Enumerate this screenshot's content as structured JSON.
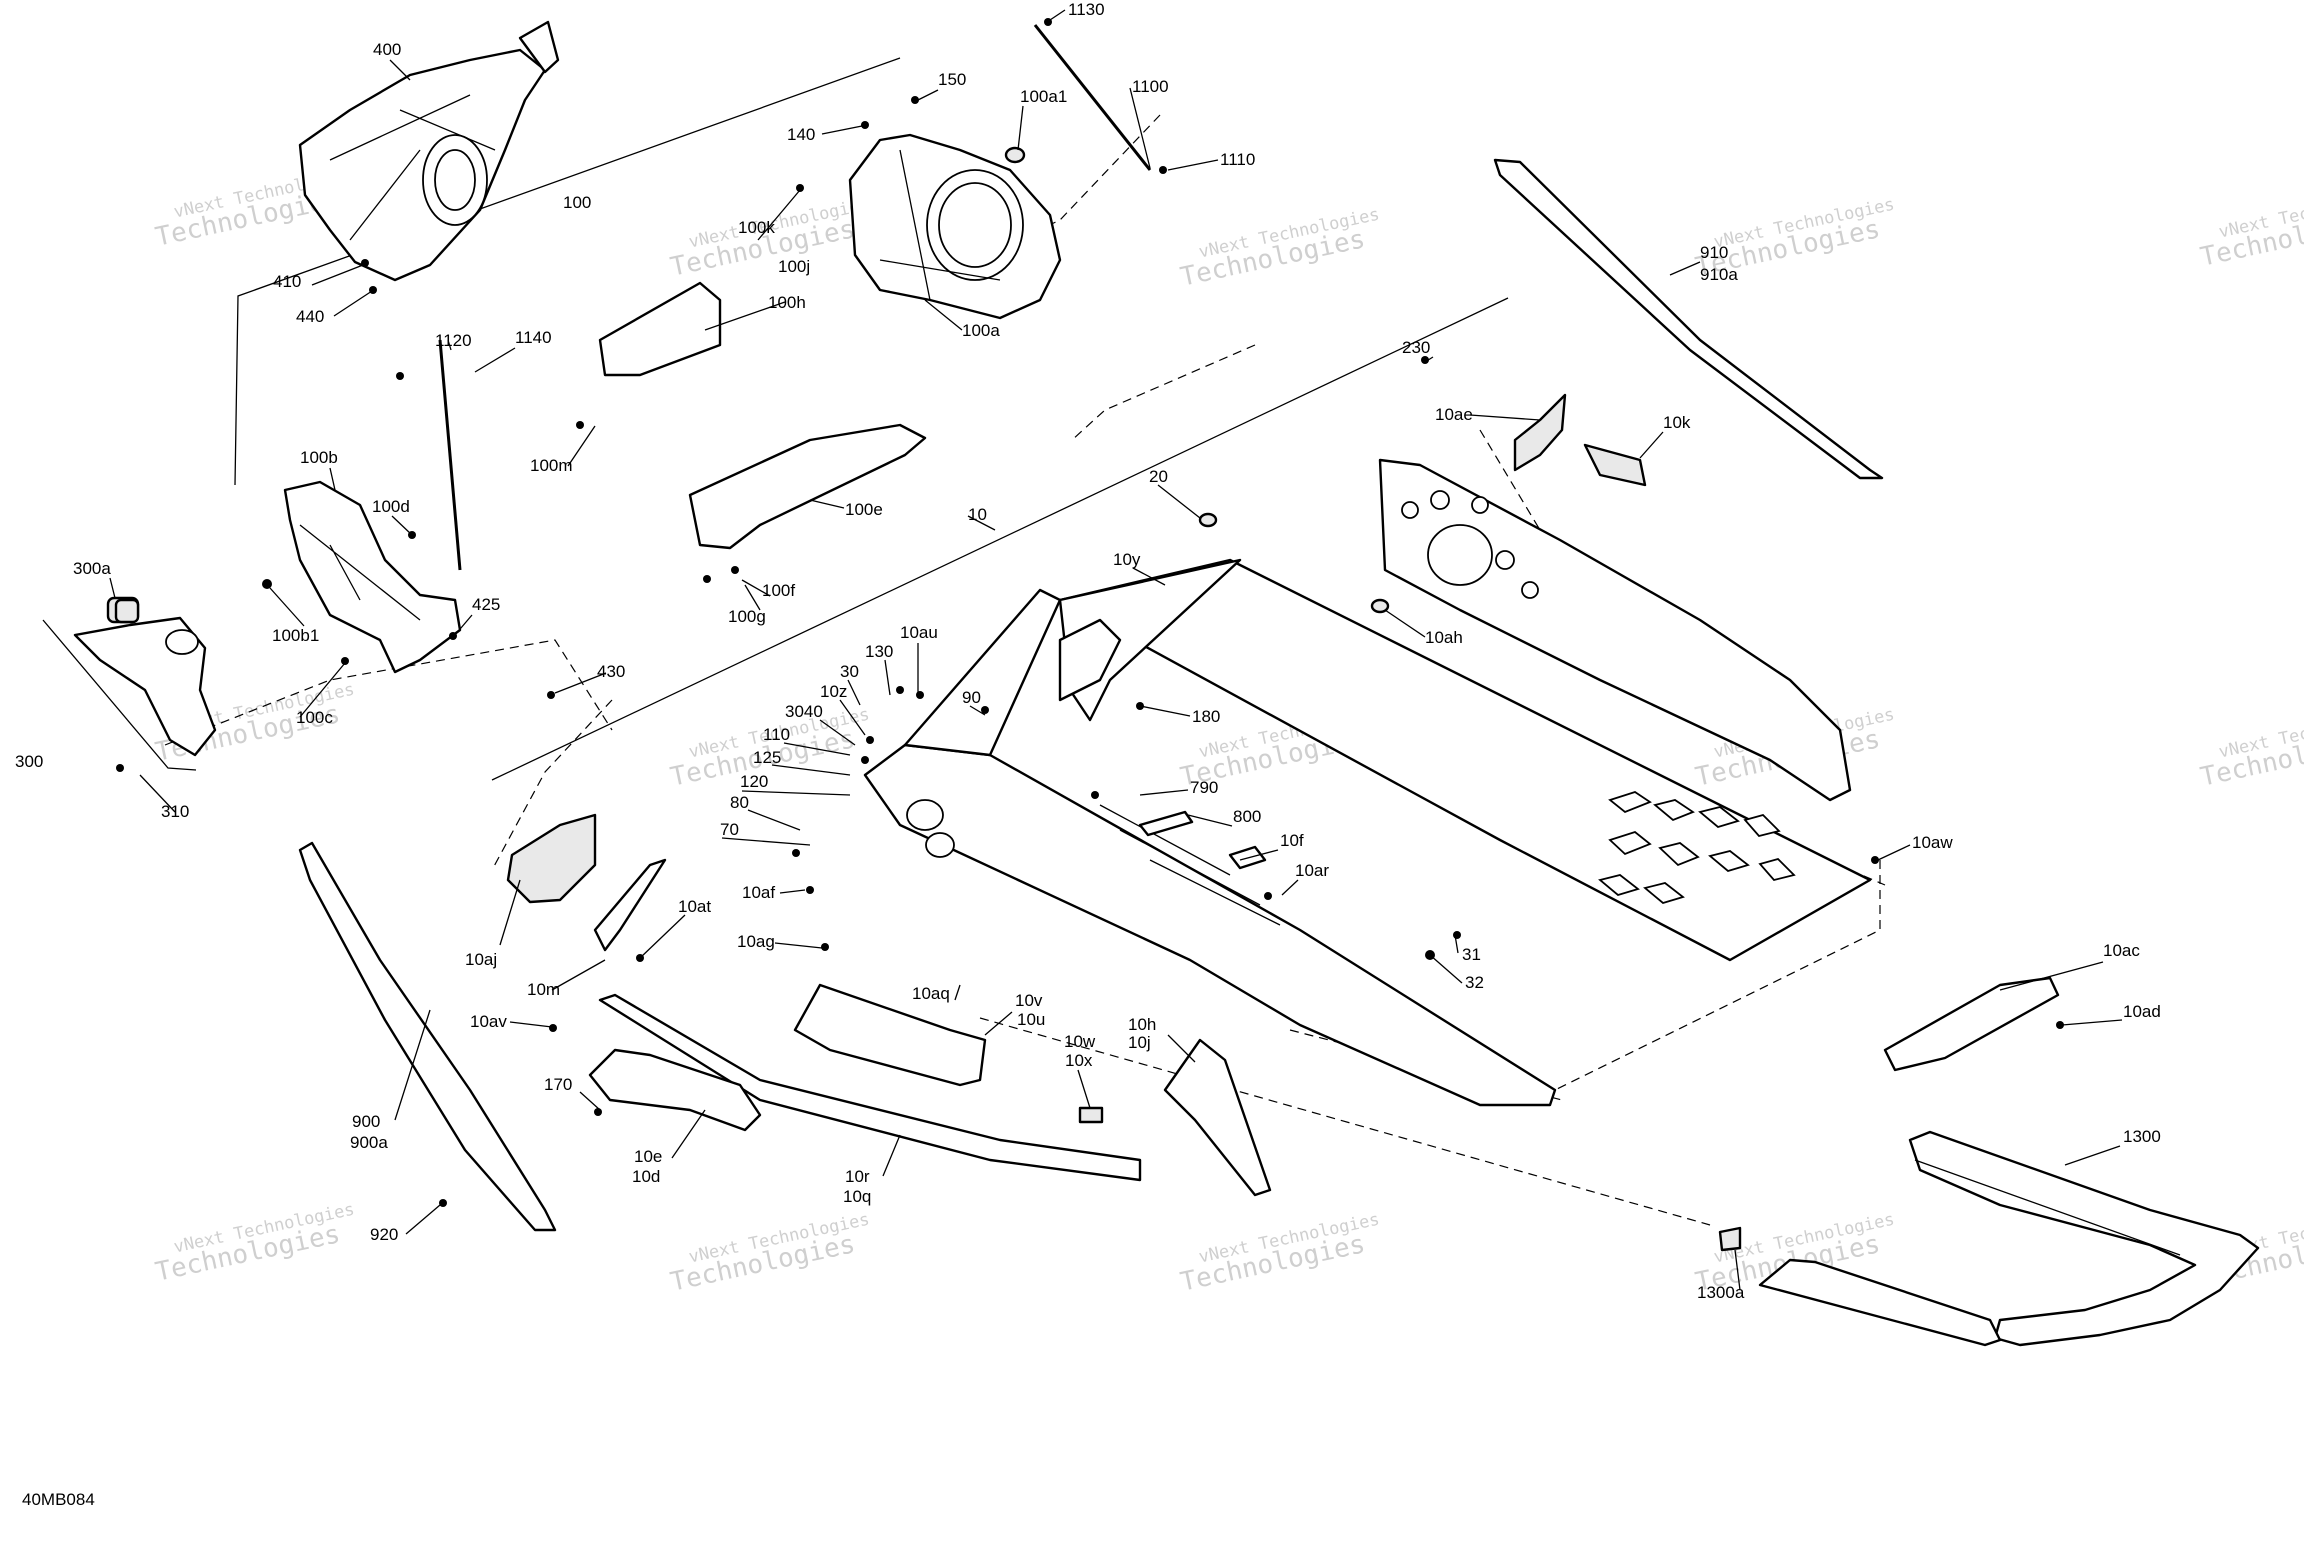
{
  "figure_code": "40MB084",
  "watermark": {
    "line1": "vNext Technologies",
    "line2": "Technologies"
  },
  "callouts": [
    {
      "id": "c-1130",
      "text": "1130"
    },
    {
      "id": "c-1100",
      "text": "1100"
    },
    {
      "id": "c-1110",
      "text": "1110"
    },
    {
      "id": "c-400",
      "text": "400"
    },
    {
      "id": "c-150",
      "text": "150"
    },
    {
      "id": "c-100a1",
      "text": "100a1"
    },
    {
      "id": "c-140",
      "text": "140"
    },
    {
      "id": "c-100",
      "text": "100"
    },
    {
      "id": "c-100k",
      "text": "100k"
    },
    {
      "id": "c-100j",
      "text": "100j"
    },
    {
      "id": "c-410",
      "text": "410"
    },
    {
      "id": "c-440",
      "text": "440"
    },
    {
      "id": "c-100a",
      "text": "100a"
    },
    {
      "id": "c-100h",
      "text": "100h"
    },
    {
      "id": "c-910",
      "text": "910"
    },
    {
      "id": "c-910a",
      "text": "910a"
    },
    {
      "id": "c-1120",
      "text": "1120"
    },
    {
      "id": "c-1140",
      "text": "1140"
    },
    {
      "id": "c-100m",
      "text": "100m"
    },
    {
      "id": "c-230",
      "text": "230"
    },
    {
      "id": "c-10ae",
      "text": "10ae"
    },
    {
      "id": "c-10k",
      "text": "10k"
    },
    {
      "id": "c-100b",
      "text": "100b"
    },
    {
      "id": "c-100e",
      "text": "100e"
    },
    {
      "id": "c-20",
      "text": "20"
    },
    {
      "id": "c-10",
      "text": "10"
    },
    {
      "id": "c-100d",
      "text": "100d"
    },
    {
      "id": "c-300a",
      "text": "300a"
    },
    {
      "id": "c-10y",
      "text": "10y"
    },
    {
      "id": "c-100f",
      "text": "100f"
    },
    {
      "id": "c-425",
      "text": "425"
    },
    {
      "id": "c-100b1",
      "text": "100b1"
    },
    {
      "id": "c-100g",
      "text": "100g"
    },
    {
      "id": "c-10ah",
      "text": "10ah"
    },
    {
      "id": "c-130",
      "text": "130"
    },
    {
      "id": "c-10au",
      "text": "10au"
    },
    {
      "id": "c-430",
      "text": "430"
    },
    {
      "id": "c-30",
      "text": "30"
    },
    {
      "id": "c-10z",
      "text": "10z"
    },
    {
      "id": "c-90",
      "text": "90"
    },
    {
      "id": "c-100c",
      "text": "100c"
    },
    {
      "id": "c-3040",
      "text": "3040"
    },
    {
      "id": "c-180",
      "text": "180"
    },
    {
      "id": "c-110",
      "text": "110"
    },
    {
      "id": "c-125",
      "text": "125"
    },
    {
      "id": "c-300",
      "text": "300"
    },
    {
      "id": "c-120",
      "text": "120"
    },
    {
      "id": "c-310",
      "text": "310"
    },
    {
      "id": "c-790",
      "text": "790"
    },
    {
      "id": "c-80",
      "text": "80"
    },
    {
      "id": "c-800",
      "text": "800"
    },
    {
      "id": "c-70",
      "text": "70"
    },
    {
      "id": "c-10f",
      "text": "10f"
    },
    {
      "id": "c-10aw",
      "text": "10aw"
    },
    {
      "id": "c-10ar",
      "text": "10ar"
    },
    {
      "id": "c-10af",
      "text": "10af"
    },
    {
      "id": "c-10at",
      "text": "10at"
    },
    {
      "id": "c-10ag",
      "text": "10ag"
    },
    {
      "id": "c-31",
      "text": "31"
    },
    {
      "id": "c-10aj",
      "text": "10aj"
    },
    {
      "id": "c-10ac",
      "text": "10ac"
    },
    {
      "id": "c-32",
      "text": "32"
    },
    {
      "id": "c-10m",
      "text": "10m"
    },
    {
      "id": "c-10aq",
      "text": "10aq"
    },
    {
      "id": "c-10v",
      "text": "10v"
    },
    {
      "id": "c-10u",
      "text": "10u"
    },
    {
      "id": "c-10ad",
      "text": "10ad"
    },
    {
      "id": "c-10av",
      "text": "10av"
    },
    {
      "id": "c-10h",
      "text": "10h"
    },
    {
      "id": "c-10j",
      "text": "10j"
    },
    {
      "id": "c-10w",
      "text": "10w"
    },
    {
      "id": "c-10x",
      "text": "10x"
    },
    {
      "id": "c-170",
      "text": "170"
    },
    {
      "id": "c-900",
      "text": "900"
    },
    {
      "id": "c-900a",
      "text": "900a"
    },
    {
      "id": "c-1300",
      "text": "1300"
    },
    {
      "id": "c-10e",
      "text": "10e"
    },
    {
      "id": "c-10d",
      "text": "10d"
    },
    {
      "id": "c-10r",
      "text": "10r"
    },
    {
      "id": "c-10q",
      "text": "10q"
    },
    {
      "id": "c-920",
      "text": "920"
    },
    {
      "id": "c-1300a",
      "text": "1300a"
    }
  ]
}
